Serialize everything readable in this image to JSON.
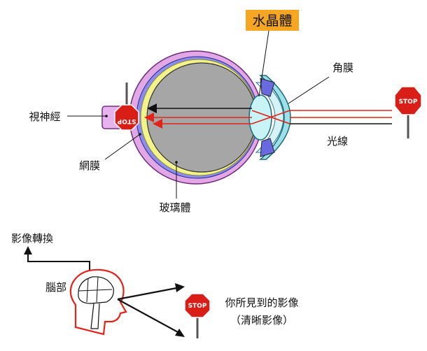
{
  "labels": {
    "lens": "水晶體",
    "cornea": "角膜",
    "optic_nerve": "視神經",
    "retina": "網膜",
    "vitreous": "玻璃體",
    "light": "光線",
    "conversion": "影像轉換",
    "brain": "腦部",
    "perceived_line1": "你所見到的影像",
    "perceived_line2": "（清晰影像）"
  },
  "signs": {
    "stop_text": "STOP"
  },
  "colors": {
    "highlight": "#f5a623",
    "sclera": "#e2a8e6",
    "choroid": "#8c8cf0",
    "retina": "#f3f38c",
    "vitreous": "#a6a6a6",
    "lens": "#c8f4f8",
    "ray_red": "#e2231a",
    "stop_red": "#d91e18"
  }
}
